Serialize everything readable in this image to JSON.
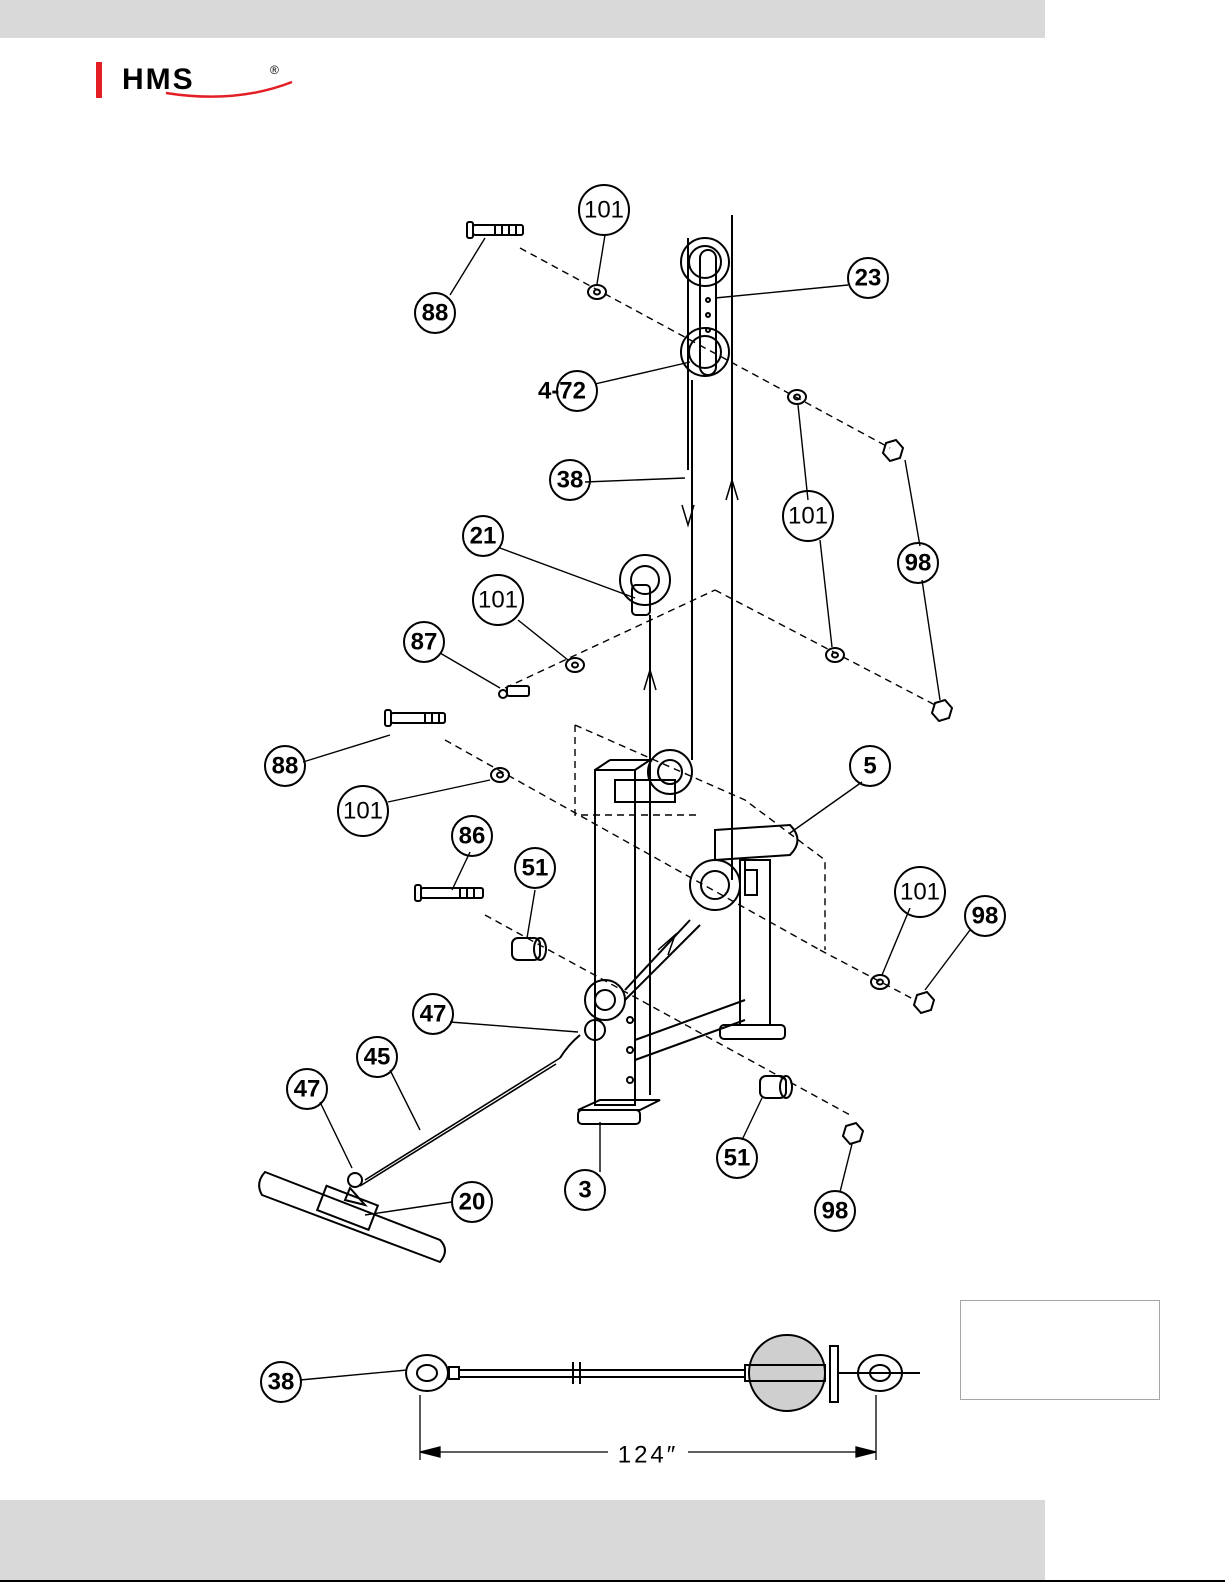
{
  "header": {
    "brand_text": "HMS",
    "brand_mark": "®",
    "accent_color": "#e31e24",
    "bar_color": "#d9d9d9"
  },
  "diagram": {
    "callouts": {
      "c101a": "101",
      "c88a": "88",
      "c23": "23",
      "c472": "4-72",
      "c38a": "38",
      "c101b": "101",
      "c98a": "98",
      "c21": "21",
      "c101c": "101",
      "c87": "87",
      "c88b": "88",
      "c101d": "101",
      "c5": "5",
      "c86": "86",
      "c51a": "51",
      "c101e": "101",
      "c98b": "98",
      "c47a": "47",
      "c45": "45",
      "c47b": "47",
      "c3": "3",
      "c51b": "51",
      "c98c": "98",
      "c20": "20",
      "c38b": "38"
    },
    "cable_length": "124″"
  }
}
